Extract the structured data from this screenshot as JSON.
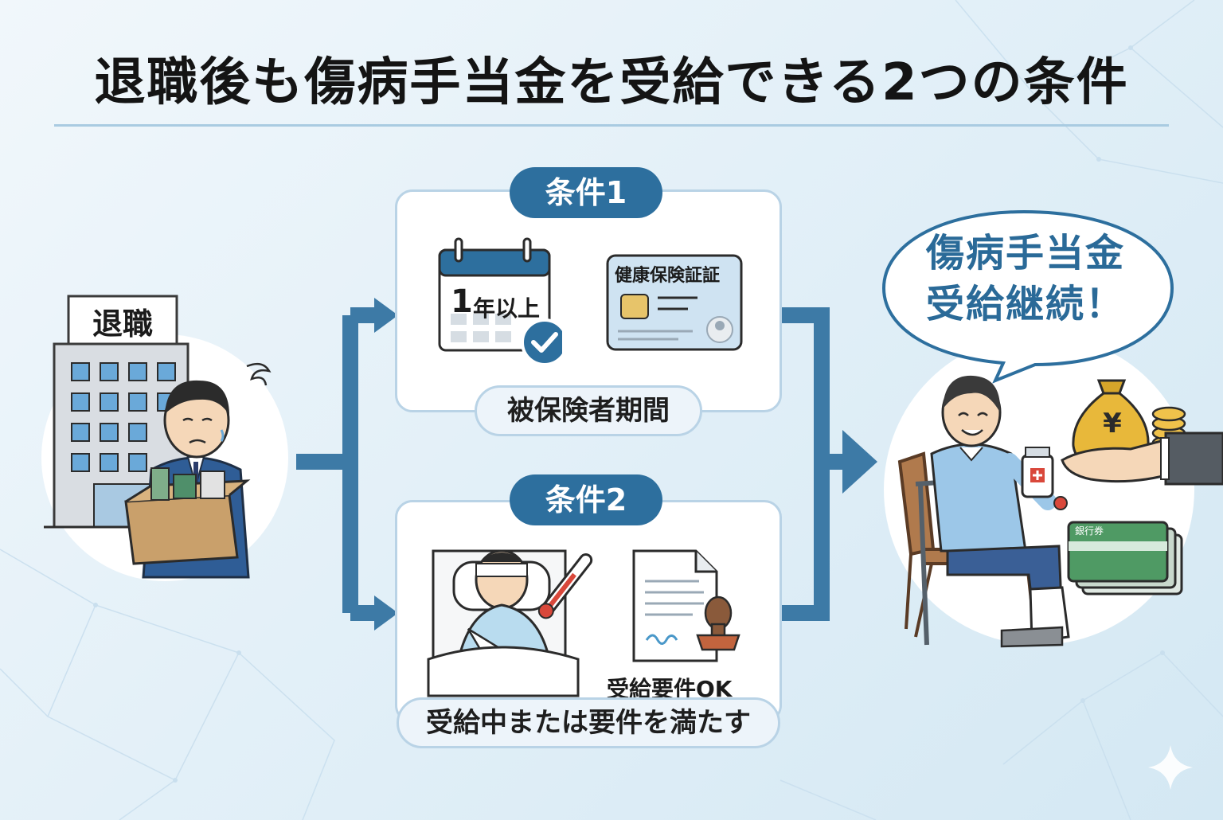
{
  "title": "退職後も傷病手当金を受給できる2つの条件",
  "left": {
    "building_sign": "退職"
  },
  "condition1": {
    "badge": "条件1",
    "calendar_text_num": "1",
    "calendar_text": "年以上",
    "card_title": "健康保険証証",
    "footer": "被保険者期間"
  },
  "condition2": {
    "badge": "条件2",
    "doc_caption": "受給要件OK",
    "footer": "受給中または要件を満たす"
  },
  "right": {
    "bubble_line1": "傷病手当金",
    "bubble_line2": "受給継続！",
    "passbook_label": "銀行券",
    "yen_symbol": "¥"
  },
  "colors": {
    "accent": "#2d6f9e",
    "arrow": "#3d7aa6",
    "panel_border": "#b9d3e6",
    "title_rule": "#a9cbe1"
  }
}
